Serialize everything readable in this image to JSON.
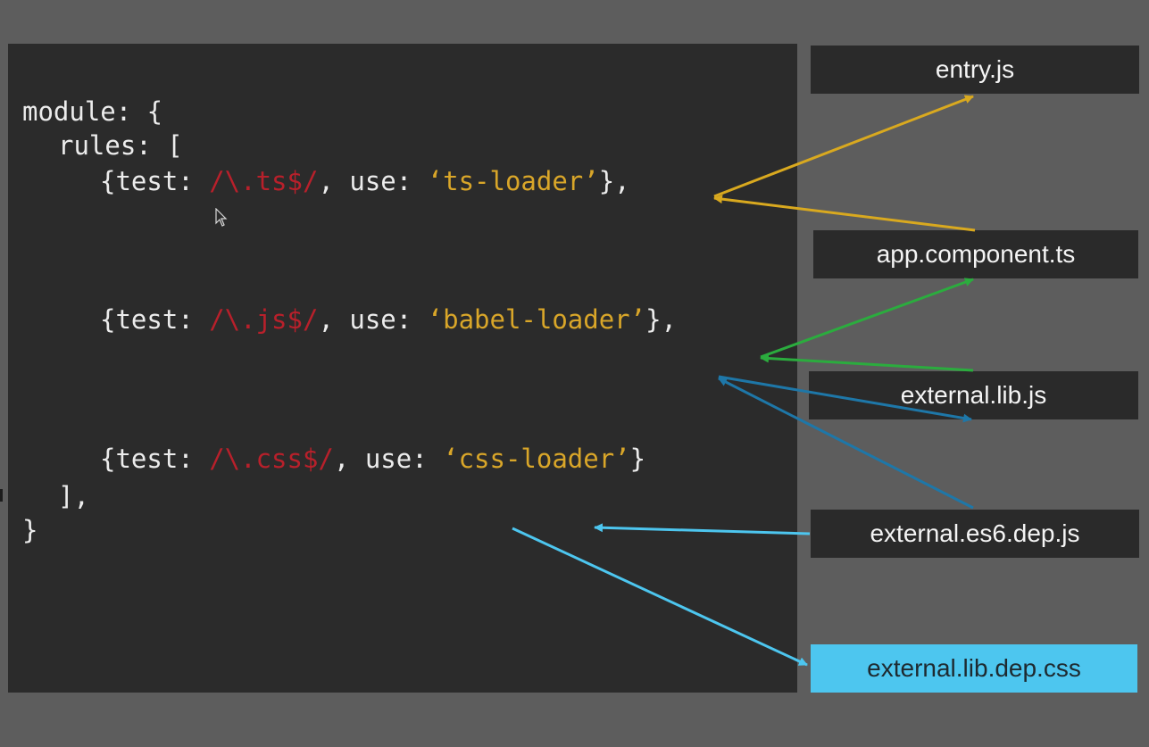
{
  "code": {
    "line_module": "module: {",
    "line_rules": "rules: [",
    "rule_ts": {
      "open": "{test: ",
      "regex": "/\\.ts$/",
      "mid": ", use: ",
      "loader": "‘ts-loader’",
      "close": "},"
    },
    "rule_js": {
      "open": "{test: ",
      "regex": "/\\.js$/",
      "mid": ", use: ",
      "loader": "‘babel-loader’",
      "close": "},"
    },
    "rule_css": {
      "open": "{test: ",
      "regex": "/\\.css$/",
      "mid": ", use: ",
      "loader": "‘css-loader’",
      "close": "}"
    },
    "line_rules_close": "],",
    "line_module_close": "}"
  },
  "files": {
    "entry": "entry.js",
    "app_component": "app.component.ts",
    "external_lib": "external.lib.js",
    "external_es6_dep": "external.es6.dep.js",
    "external_lib_dep_css": "external.lib.dep.css"
  },
  "colors": {
    "background": "#5d5d5d",
    "code_panel": "#2b2b2b",
    "regex": "#b8202b",
    "loader_string": "#d9a629",
    "ts_arrow": "#d9a91f",
    "js_arrow": "#2bac3e",
    "lib_arrow": "#1e77a8",
    "css_arrow": "#4dc6ef",
    "css_box": "#4dc6ef"
  }
}
